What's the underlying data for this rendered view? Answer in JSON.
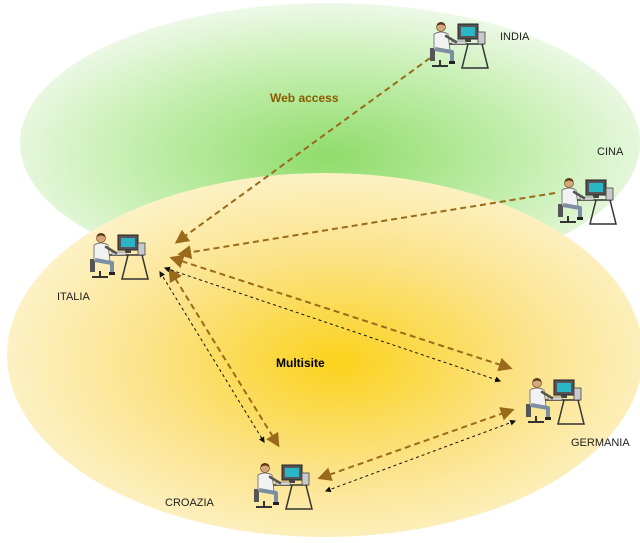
{
  "zones": {
    "web_access": {
      "label": "Web access",
      "color": "#8a5a00"
    },
    "multisite": {
      "label": "Multisite",
      "color": "#000000"
    }
  },
  "sites": {
    "india": {
      "label": "INDIA"
    },
    "cina": {
      "label": "CINA"
    },
    "italia": {
      "label": "ITALIA"
    },
    "germania": {
      "label": "GERMANIA"
    },
    "croazia": {
      "label": "CROAZIA"
    }
  },
  "colors": {
    "web_zone": "#c8efb4",
    "multisite_zone": "#fbe070",
    "link_dashed_brown": "#9a6a1a",
    "link_dotted_black": "#111111"
  },
  "icons": {
    "workstation": "user-at-computer-icon"
  }
}
